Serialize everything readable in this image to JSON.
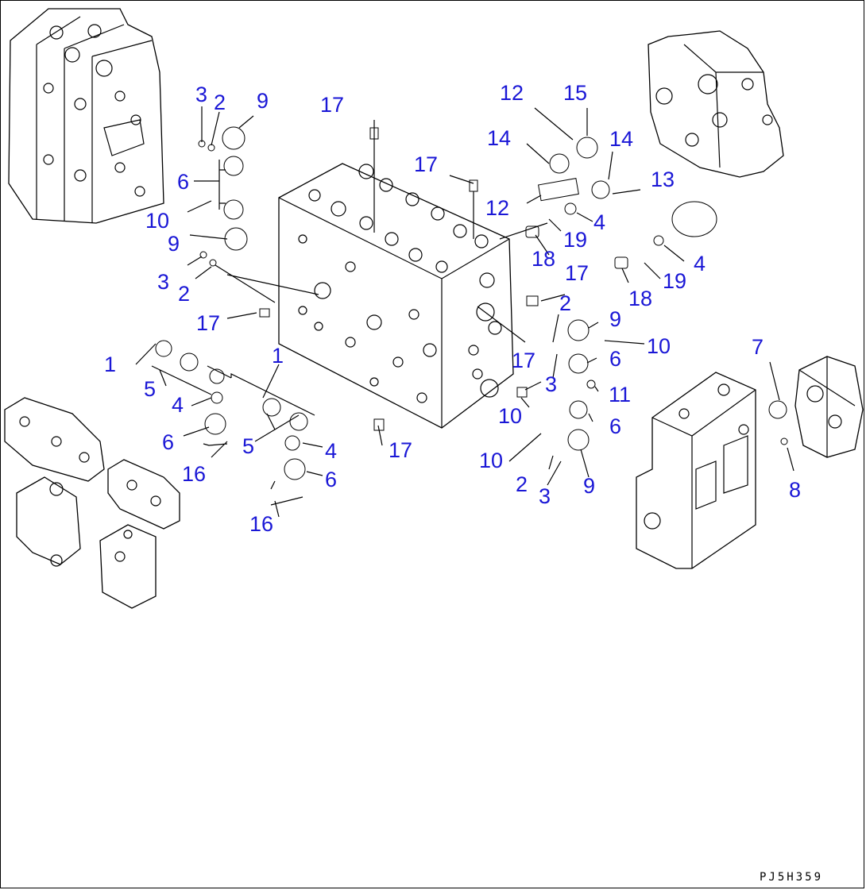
{
  "diagram": {
    "drawing_code": "PJ5H359",
    "callout_color": "#1a17d6",
    "callouts": {
      "c3a": "3",
      "c2a": "2",
      "c9a": "9",
      "c6a": "6",
      "c10a": "10",
      "c9b": "9",
      "c3b": "3",
      "c2b": "2",
      "c17a": "17",
      "c17b": "17",
      "c17c": "17",
      "c12a": "12",
      "c15": "15",
      "c14a": "14",
      "c14b": "14",
      "c13": "13",
      "c12b": "12",
      "c4a": "4",
      "c19a": "19",
      "c18a": "18",
      "c4b": "4",
      "c19b": "19",
      "c18b": "18",
      "c17d": "17",
      "c2c": "2",
      "c9c": "9",
      "c10b": "10",
      "c6b": "6",
      "c17e": "17",
      "c3c": "3",
      "c11": "11",
      "c10c": "10",
      "c6c": "6",
      "c10d": "10",
      "c2d": "2",
      "c3d": "3",
      "c9d": "9",
      "c1a": "1",
      "c5a": "5",
      "c4c": "4",
      "c6d": "6",
      "c16a": "16",
      "c1b": "1",
      "c5b": "5",
      "c4d": "4",
      "c6e": "6",
      "c16b": "16",
      "c17f": "17",
      "c7": "7",
      "c8": "8"
    }
  }
}
